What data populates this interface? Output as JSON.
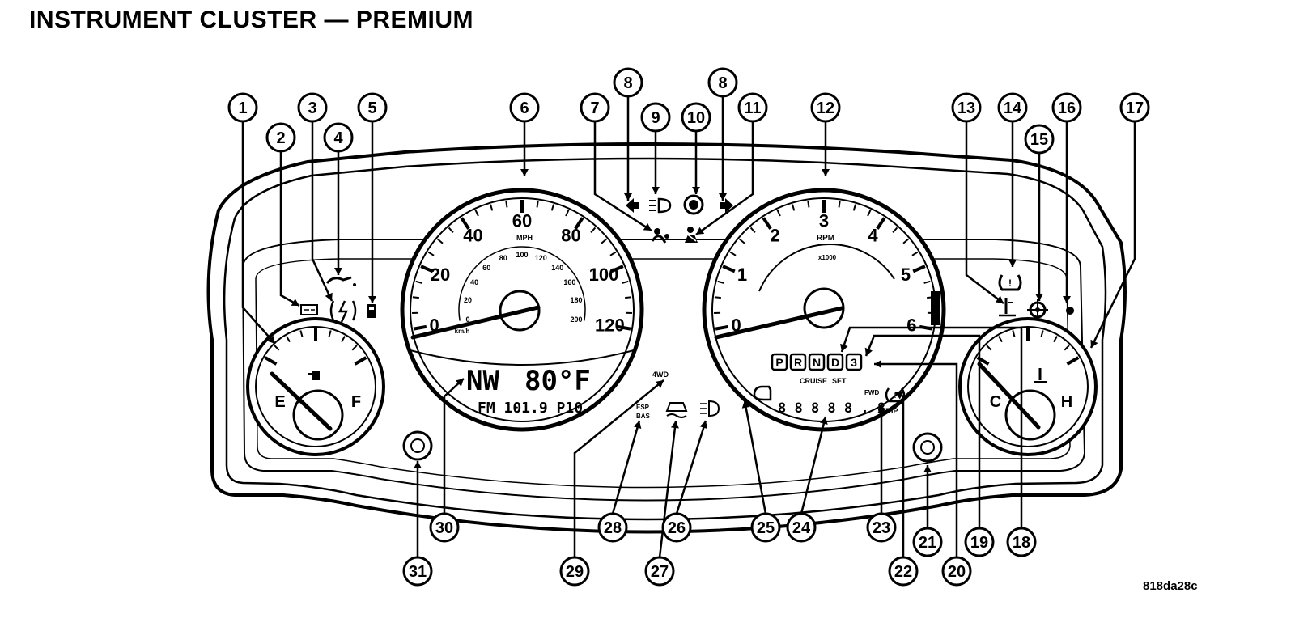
{
  "title": "INSTRUMENT CLUSTER — PREMIUM",
  "figure_code": "818da28c",
  "speedometer": {
    "outer_labels": [
      "0",
      "20",
      "40",
      "60",
      "80",
      "100",
      "120"
    ],
    "inner_labels": [
      "0",
      "20",
      "40",
      "60",
      "80",
      "100",
      "120",
      "140",
      "160",
      "180",
      "200"
    ],
    "unit_outer": "MPH",
    "unit_inner": "km/h"
  },
  "tachometer": {
    "labels": [
      "0",
      "1",
      "2",
      "3",
      "4",
      "5",
      "6"
    ],
    "unit": "RPM",
    "multiplier": "x1000"
  },
  "fuel_gauge": {
    "empty": "E",
    "full": "F"
  },
  "temp_gauge": {
    "cold": "C",
    "hot": "H"
  },
  "lcd": {
    "compass": "NW",
    "temperature": "80°F",
    "radio": "FM 101.9 P10",
    "odometer": "8 8 8 8 8 . 8",
    "trip": "TRIP",
    "fwd": "FWD",
    "four_wd": "4WD",
    "esp": "ESP",
    "bas": "BAS"
  },
  "prnd": [
    "P",
    "R",
    "N",
    "D",
    "3"
  ],
  "cruise": {
    "cruise": "CRUISE",
    "set": "SET"
  },
  "callouts": [
    "1",
    "2",
    "3",
    "4",
    "5",
    "6",
    "7",
    "8",
    "9",
    "10",
    "11",
    "12",
    "13",
    "14",
    "15",
    "16",
    "17",
    "8",
    "18",
    "19",
    "20",
    "21",
    "22",
    "23",
    "24",
    "25",
    "26",
    "27",
    "28",
    "29",
    "30",
    "31"
  ]
}
